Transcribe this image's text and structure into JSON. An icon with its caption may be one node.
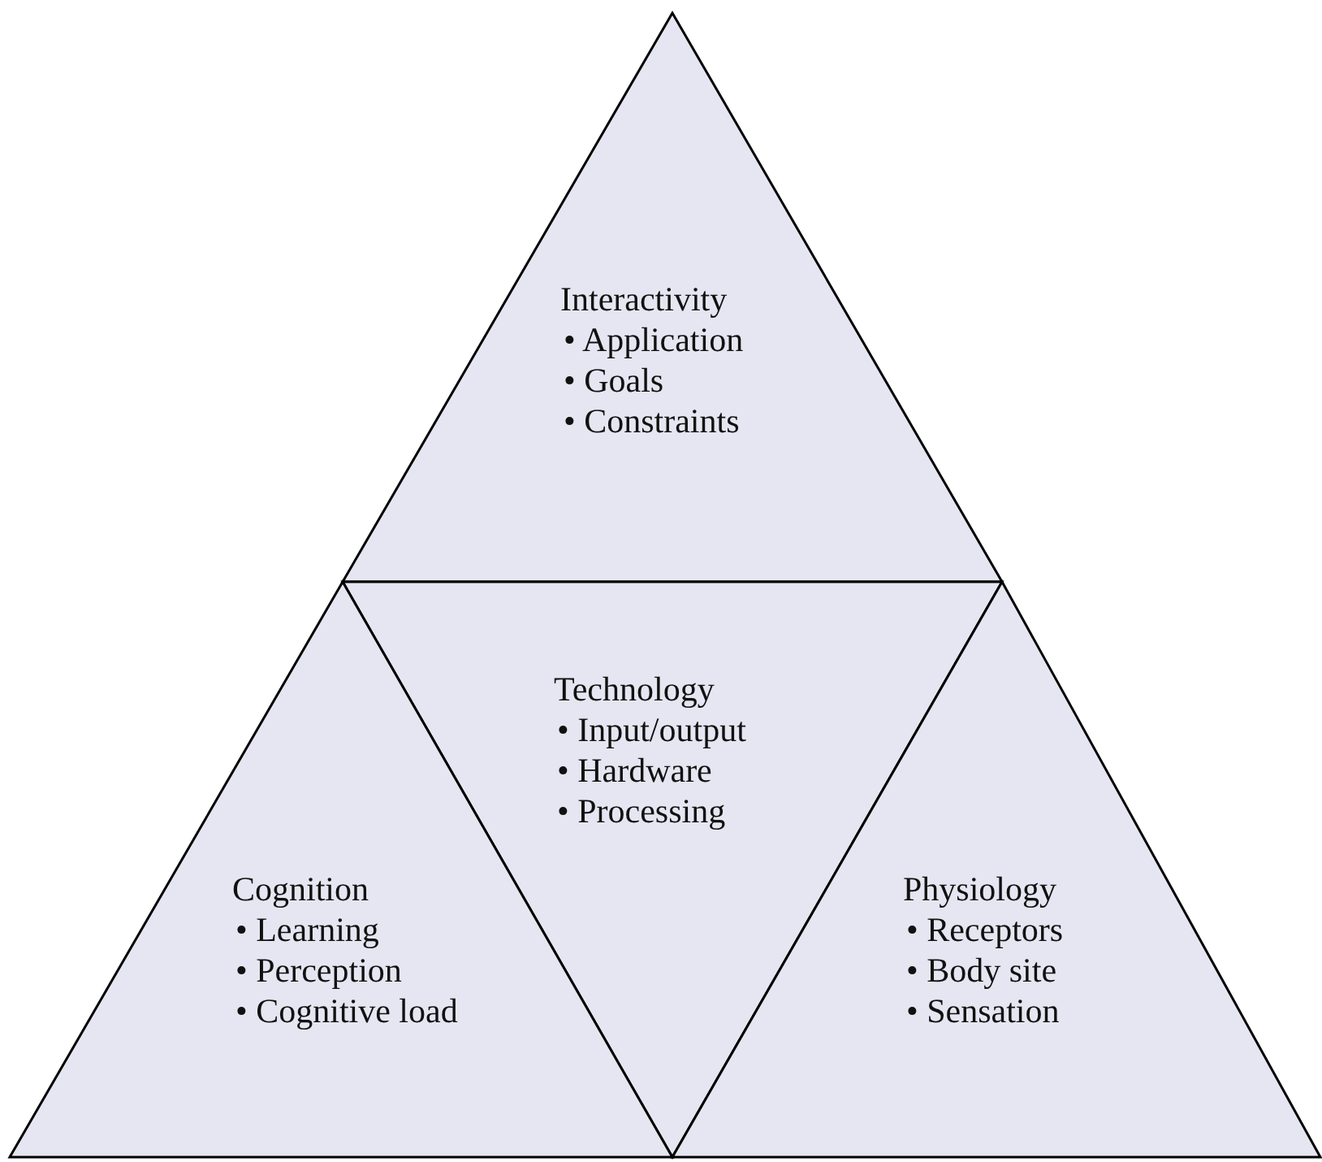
{
  "diagram": {
    "nodes": [
      {
        "text": [
          "Interactivity",
          "• Application",
          "• Goals",
          "• Constraints"
        ]
      },
      {
        "text": [
          "Technology",
          "• Input/output",
          "• Hardware",
          "• Processing"
        ]
      },
      {
        "text": [
          "Cognition",
          "• Learning",
          "• Perception",
          "• Cognitive load"
        ]
      },
      {
        "text": [
          "Physiology",
          "• Receptors",
          "• Body site",
          "• Sensation"
        ]
      }
    ]
  }
}
